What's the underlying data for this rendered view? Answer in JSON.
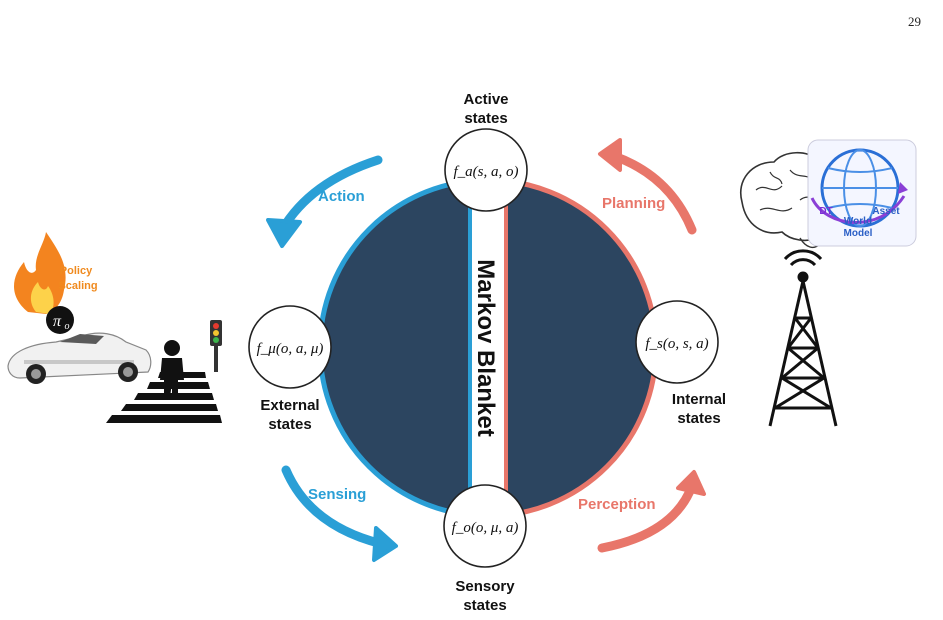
{
  "page": {
    "number": "29"
  },
  "diagram": {
    "center_label": "Markov Blanket",
    "nodes": {
      "active": {
        "formula": "f_a(s, a, o)",
        "label_line1": "Active",
        "label_line2": "states"
      },
      "external": {
        "formula": "f_μ(o, a, μ)",
        "label_line1": "External",
        "label_line2": "states"
      },
      "internal": {
        "formula": "f_s(o, s, a)",
        "label_line1": "Internal",
        "label_line2": "states"
      },
      "sensory": {
        "formula": "f_o(o, μ, a)",
        "label_line1": "Sensory",
        "label_line2": "states"
      }
    },
    "flows": {
      "action": "Action",
      "planning": "Planning",
      "sensing": "Sensing",
      "perception": "Perception"
    },
    "policy": {
      "line1": "Policy",
      "line2": "Scaling",
      "symbol": "π",
      "subscript": "o"
    },
    "world_model": {
      "dt": "DT",
      "asset": "Asset",
      "line1": "World",
      "line2": "Model"
    },
    "colors": {
      "blue": "#2a9fd6",
      "salmon": "#e8766a",
      "circle_fill": "#2c4560",
      "orange": "#f08a1e"
    }
  }
}
